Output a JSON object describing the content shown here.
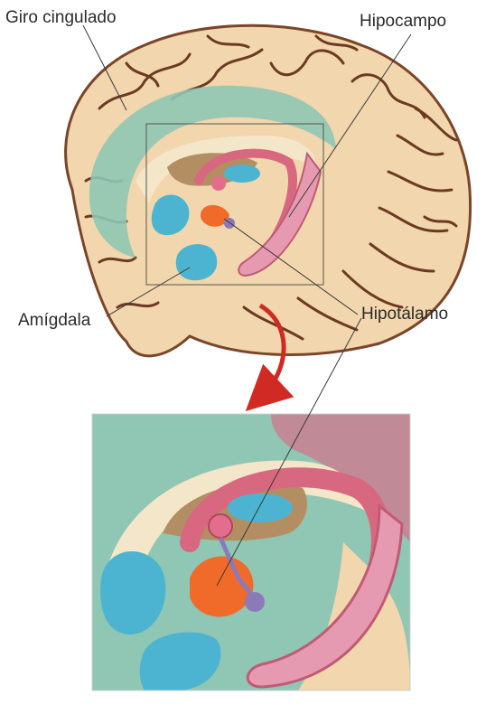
{
  "labels": {
    "cingulate_gyrus": "Giro cingulado",
    "hippocampus": "Hipocampo",
    "amygdala": "Amígdala",
    "hypothalamus": "Hipotálamo"
  },
  "colors": {
    "cortex": "#f2d6ad",
    "sulci": "#6b3a22",
    "cingulate": "#8fc6b4",
    "ventricle": "#f4e6c8",
    "thalamus": "#b48e63",
    "fornix": "#d8687f",
    "hippocampus": "#e69ab1",
    "amygdala": "#4cb4d0",
    "hypothalamus": "#f06a2a",
    "zoom_arrow": "#d12a22"
  }
}
